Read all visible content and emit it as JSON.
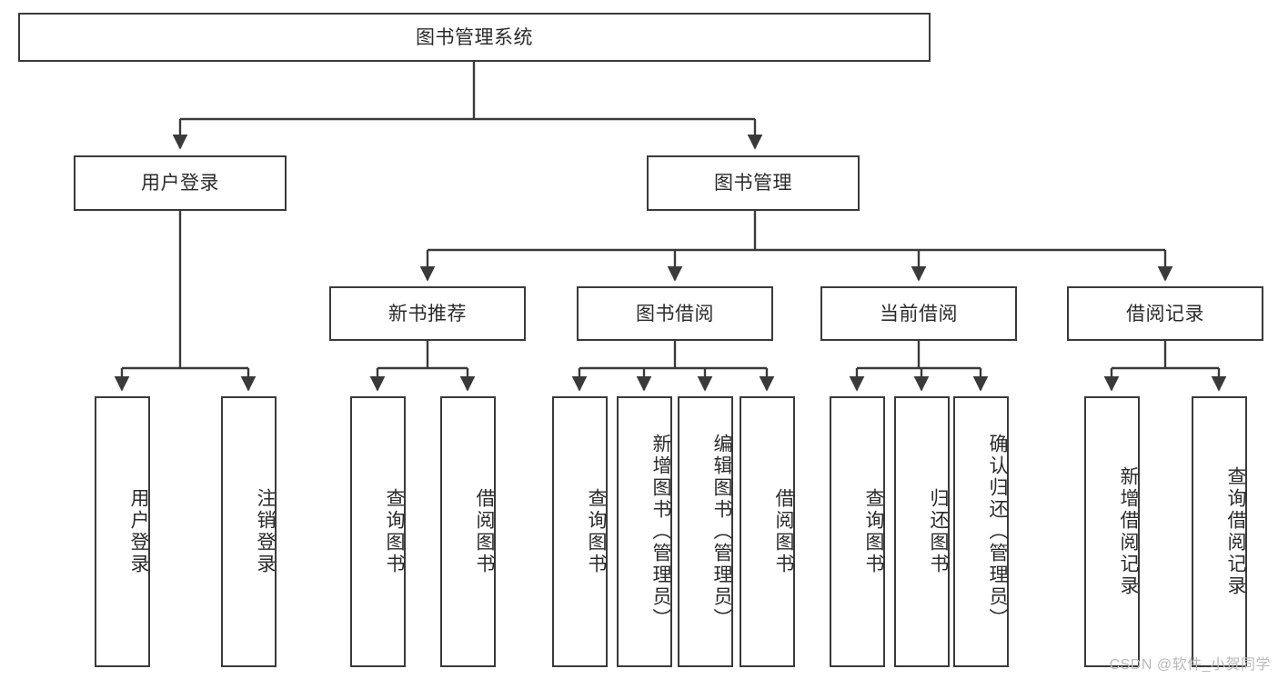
{
  "diagram": {
    "title": "图书管理系统",
    "type": "tree-hierarchy-diagram",
    "root": {
      "label": "图书管理系统"
    },
    "level2": [
      {
        "label": "用户登录"
      },
      {
        "label": "图书管理"
      }
    ],
    "level3": [
      {
        "label": "新书推荐"
      },
      {
        "label": "图书借阅"
      },
      {
        "label": "当前借阅"
      },
      {
        "label": "借阅记录"
      }
    ],
    "leaves": [
      {
        "label": "用户登录",
        "parent": "用户登录"
      },
      {
        "label": "注销登录",
        "parent": "用户登录"
      },
      {
        "label": "查询图书",
        "parent": "新书推荐"
      },
      {
        "label": "借阅图书",
        "parent": "新书推荐"
      },
      {
        "label": "查询图书",
        "parent": "图书借阅"
      },
      {
        "label": "新增图书（管理员）",
        "parent": "图书借阅"
      },
      {
        "label": "编辑图书（管理员）",
        "parent": "图书借阅"
      },
      {
        "label": "借阅图书",
        "parent": "图书借阅"
      },
      {
        "label": "查询图书",
        "parent": "当前借阅"
      },
      {
        "label": "归还图书",
        "parent": "当前借阅"
      },
      {
        "label": "确认归还（管理员）",
        "parent": "当前借阅"
      },
      {
        "label": "新增借阅记录",
        "parent": "借阅记录"
      },
      {
        "label": "查询借阅记录",
        "parent": "借阅记录"
      }
    ]
  },
  "watermark": {
    "text": "CSDN @软件_小贺同学"
  },
  "colors": {
    "border": "#3a3a3a",
    "text": "#2b2b2b",
    "background": "#ffffff",
    "watermark": "#b9b9b9"
  }
}
